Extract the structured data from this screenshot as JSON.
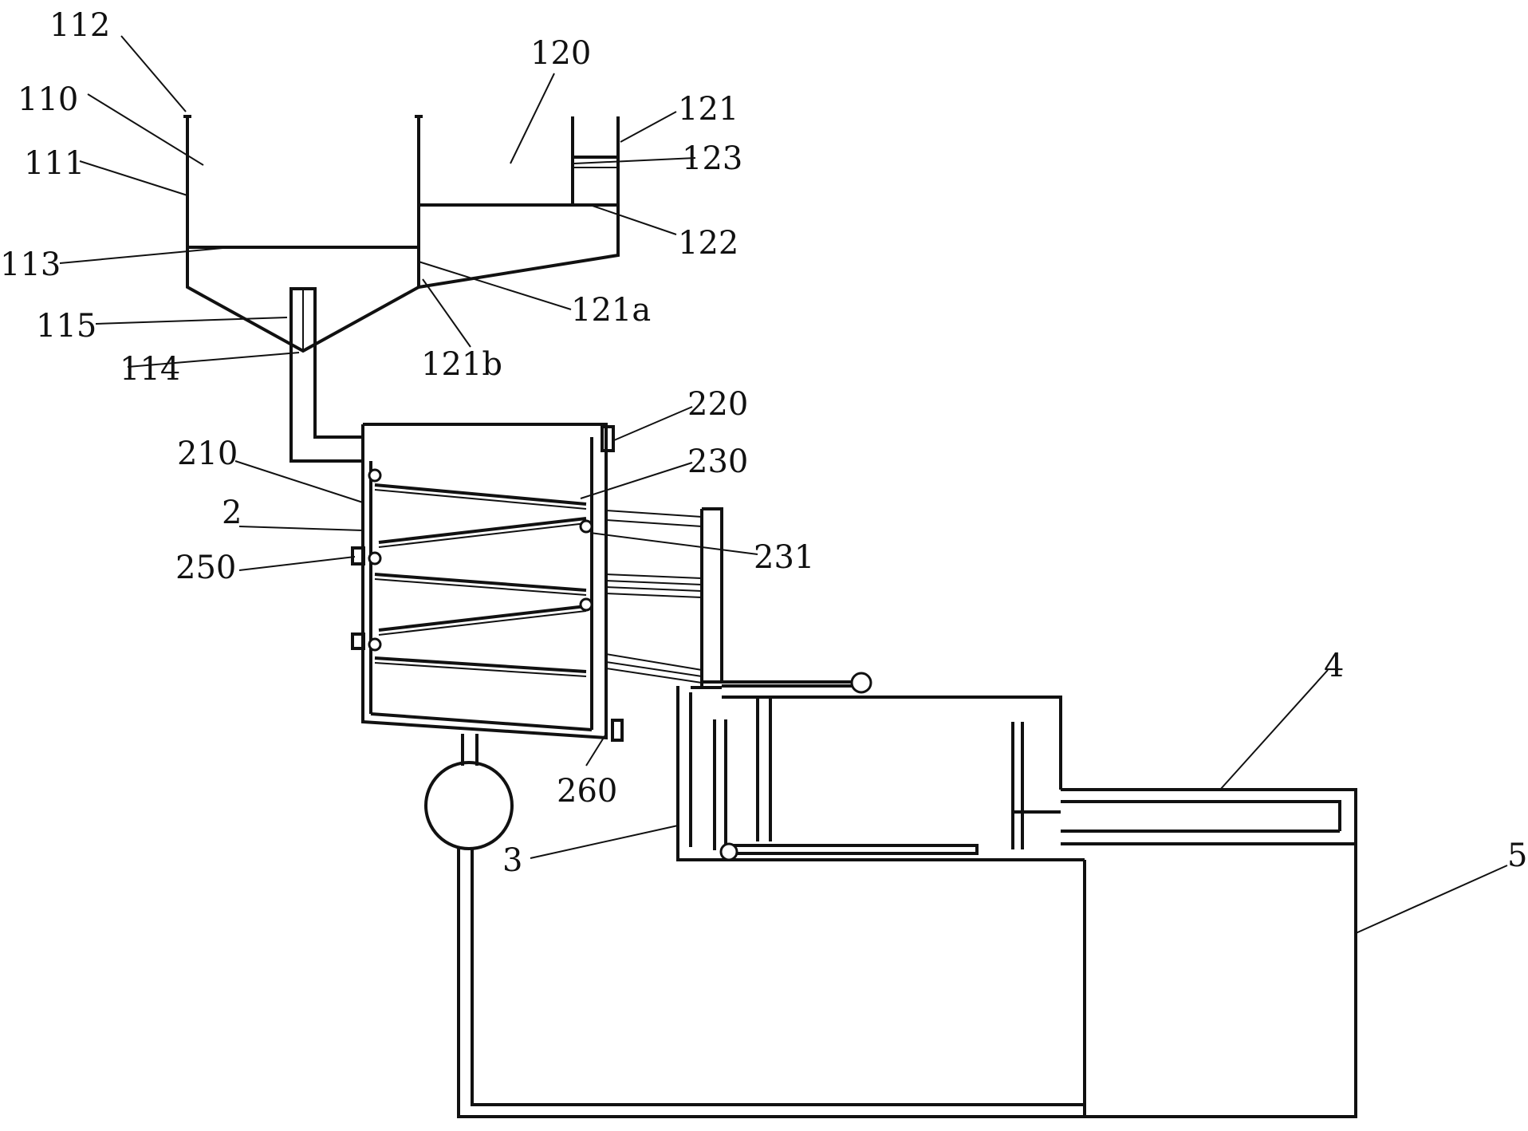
{
  "labels": {
    "l112": "112",
    "l110": "110",
    "l111": "111",
    "l113": "113",
    "l115": "115",
    "l114": "114",
    "l120": "120",
    "l121": "121",
    "l123": "123",
    "l122": "122",
    "l121a": "121a",
    "l121b": "121b",
    "l220": "220",
    "l210": "210",
    "l230": "230",
    "l2": "2",
    "l231": "231",
    "l250": "250",
    "l260": "260",
    "l3": "3",
    "l4": "4",
    "l5": "5"
  }
}
